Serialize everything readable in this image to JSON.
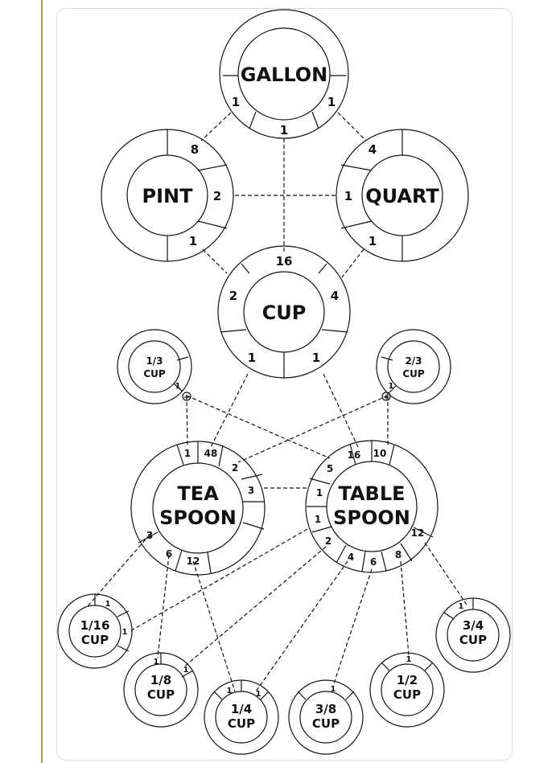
{
  "units": {
    "gallon": "GALLON",
    "pint": "PINT",
    "quart": "QUART",
    "cup": "CUP",
    "teaspoon_1": "TEA",
    "teaspoon_2": "SPOON",
    "tablespoon_1": "TABLE",
    "tablespoon_2": "SPOON",
    "third_1": "1/3",
    "third_2": "CUP",
    "twothirds_1": "2/3",
    "twothirds_2": "CUP",
    "sixteenth_1": "1/16",
    "sixteenth_2": "CUP",
    "eighth_1": "1/8",
    "eighth_2": "CUP",
    "quarter_1": "1/4",
    "quarter_2": "CUP",
    "threeeighths_1": "3/8",
    "threeeighths_2": "CUP",
    "half_1": "1/2",
    "half_2": "CUP",
    "threequarters_1": "3/4",
    "threequarters_2": "CUP"
  },
  "segments": {
    "gallon_left": "1",
    "gallon_bottom": "1",
    "gallon_right": "1",
    "pint_top": "8",
    "pint_right": "2",
    "pint_bottom": "1",
    "quart_top": "4",
    "quart_left": "1",
    "quart_bottom": "1",
    "cup_top": "16",
    "cup_left": "2",
    "cup_right": "4",
    "cup_bl": "1",
    "cup_br": "1",
    "third_seg": "1",
    "twothirds_seg": "1",
    "tsp_1": "1",
    "tsp_48": "48",
    "tsp_2": "2",
    "tsp_3": "3",
    "tsp_3b": "3",
    "tsp_6": "6",
    "tsp_12": "12",
    "tbsp_5": "5",
    "tbsp_16": "16",
    "tbsp_10": "10",
    "tbsp_1a": "1",
    "tbsp_1b": "1",
    "tbsp_2": "2",
    "tbsp_4": "4",
    "tbsp_6": "6",
    "tbsp_8": "8",
    "tbsp_12": "12",
    "sixteenth_a": "1",
    "sixteenth_b": "1",
    "eighth_a": "1",
    "eighth_b": "1",
    "quarter_a": "1",
    "quarter_b": "1",
    "threeeighths_a": "1",
    "half_a": "1",
    "threequarters_a": "1"
  },
  "plus_mark": "+"
}
